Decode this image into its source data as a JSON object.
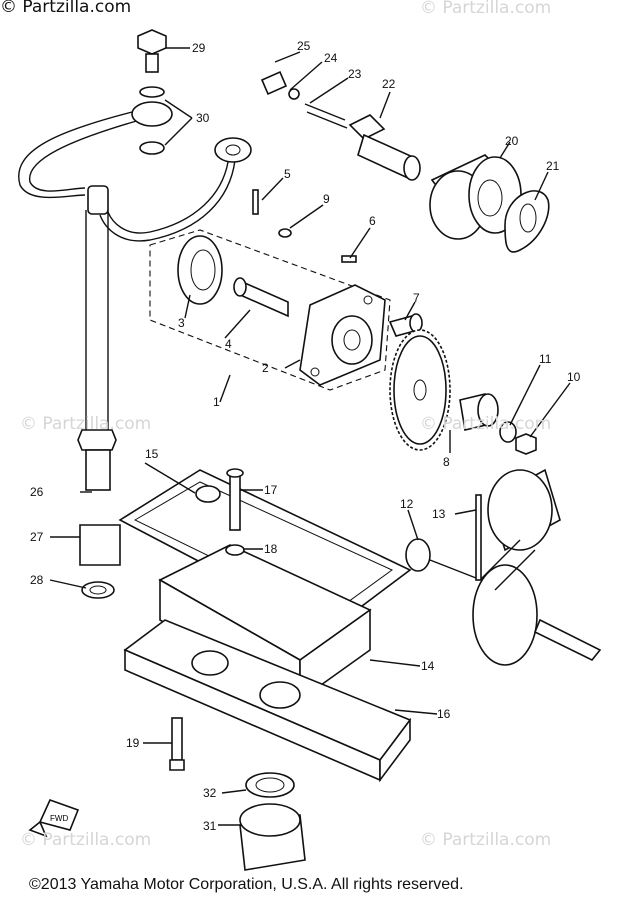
{
  "header": {
    "site_watermark": "© Partzilla.com"
  },
  "watermark_text": "© Partzilla.com",
  "footer": {
    "copyright": "©2013 Yamaha Motor Corporation, U.S.A. All rights reserved."
  },
  "callouts": [
    "1",
    "2",
    "3",
    "4",
    "5",
    "6",
    "7",
    "8",
    "9",
    "10",
    "11",
    "12",
    "13",
    "14",
    "15",
    "16",
    "17",
    "18",
    "19",
    "20",
    "21",
    "22",
    "23",
    "24",
    "25",
    "26",
    "27",
    "28",
    "29",
    "30",
    "31",
    "32"
  ],
  "direction_marker": "FWD"
}
